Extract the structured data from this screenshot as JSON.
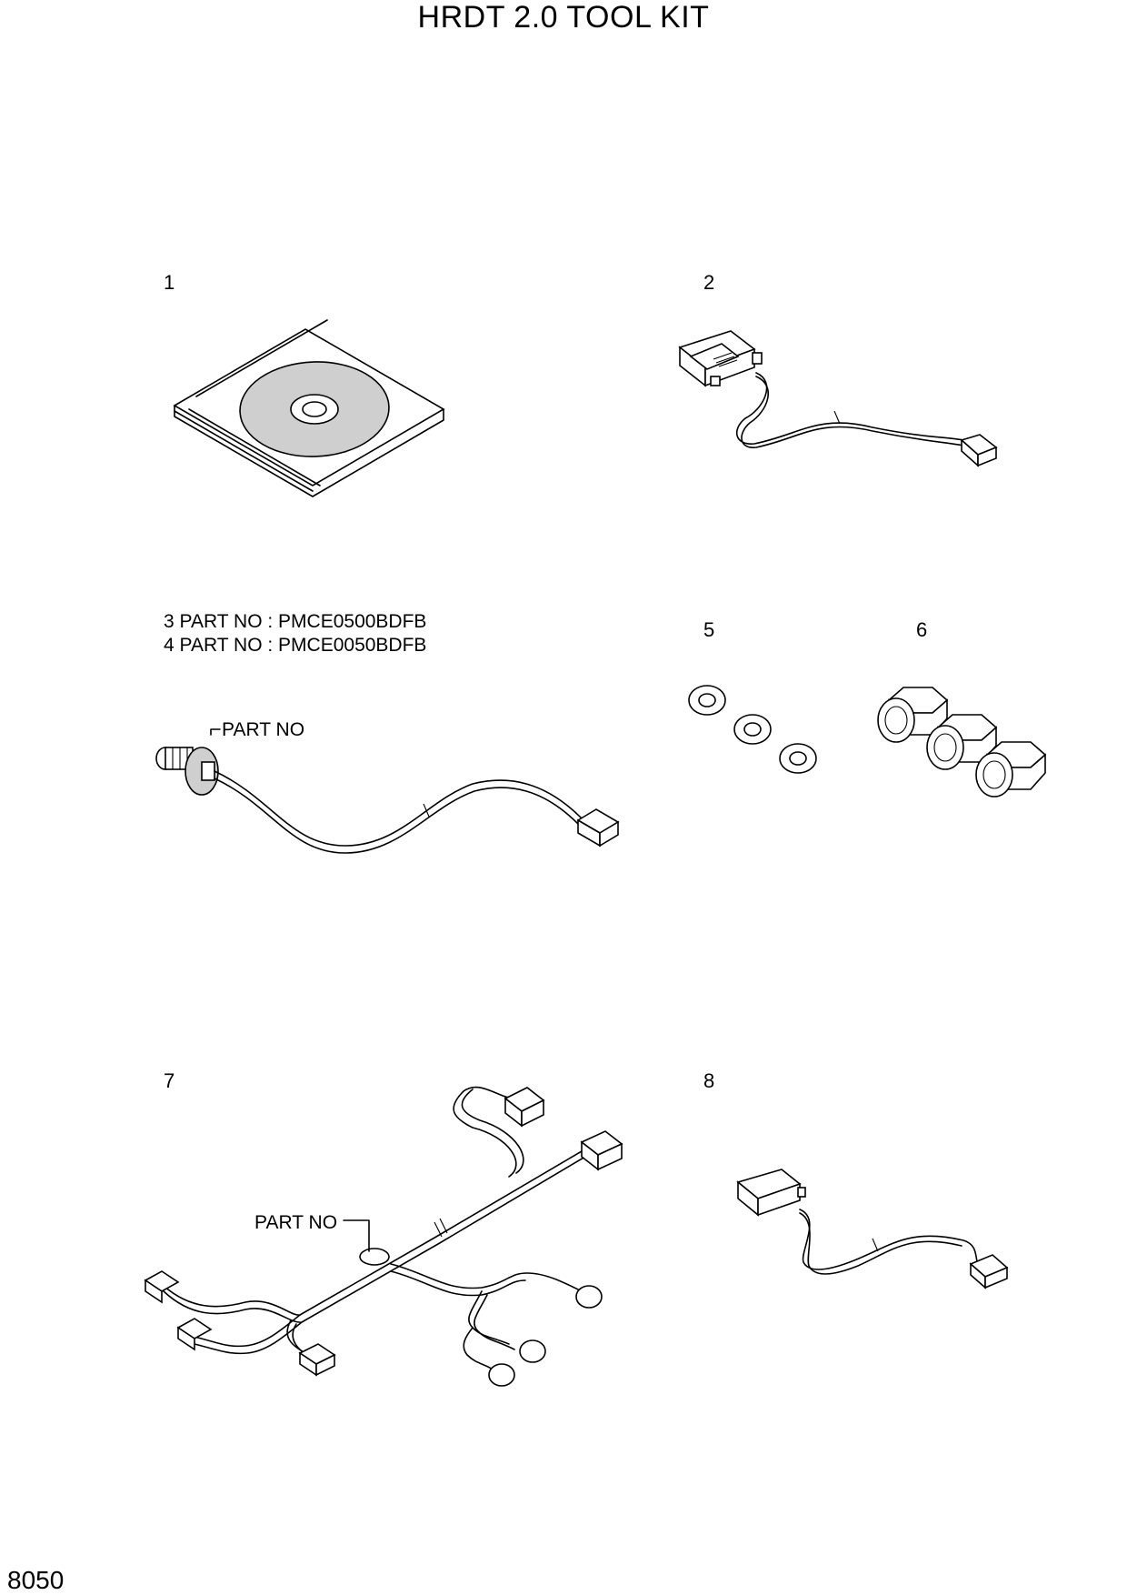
{
  "title": "HRDT 2.0 TOOL KIT",
  "page_number": "8050",
  "items": {
    "n1": "1",
    "n2": "2",
    "n5": "5",
    "n6": "6",
    "n7": "7",
    "n8": "8",
    "part3": "3  PART NO : PMCE0500BDFB",
    "part4": "4  PART NO : PMCE0050BDFB",
    "callout_sensor": "PART NO",
    "callout_harness": "PART NO"
  }
}
